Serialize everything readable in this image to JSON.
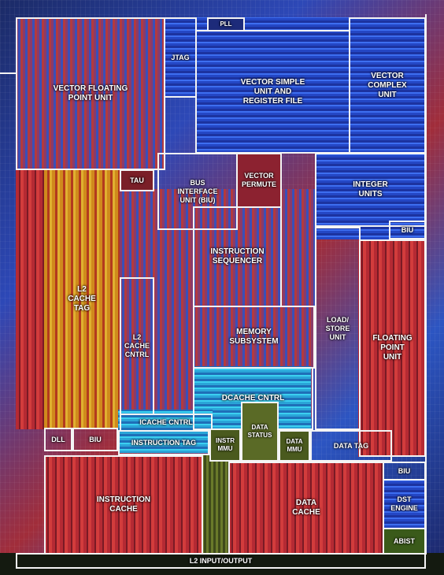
{
  "labels": {
    "vfpu": "VECTOR FLOATING\nPOINT UNIT",
    "jtag": "JTAG",
    "pll": "PLL",
    "vsu": "VECTOR SIMPLE\nUNIT AND\nREGISTER FILE",
    "vcu": "VECTOR\nCOMPLEX\nUNIT",
    "tau": "TAU",
    "biu_main": "BUS\nINTERFACE\nUNIT (BIU)",
    "vperm": "VECTOR\nPERMUTE",
    "integer": "INTEGER\nUNITS",
    "biu_right": "BIU",
    "l2tag": "L2\nCACHE\nTAG",
    "iseq": "INSTRUCTION\nSEQUENCER",
    "l2ctrl": "L2\nCACHE\nCNTRL",
    "memsub": "MEMORY\nSUBSYSTEM",
    "lsu": "LOAD/\nSTORE\nUNIT",
    "fpu": "FLOATING\nPOINT\nUNIT",
    "dcachectrl": "DCACHE CNTRL",
    "icachectrl": "ICACHE CNTRL",
    "dll": "DLL",
    "biu_left": "BIU",
    "itag": "INSTRUCTION TAG",
    "immu": "INSTR\nMMU",
    "dstatus": "DATA\nSTATUS",
    "dmmu": "DATA\nMMU",
    "dtag": "DATA TAG",
    "biu_br": "BIU",
    "icache": "INSTRUCTION\nCACHE",
    "dcache": "DATA\nCACHE",
    "dst": "DST\nENGINE",
    "abist": "ABIST",
    "l2io": "L2 INPUT/OUTPUT"
  }
}
